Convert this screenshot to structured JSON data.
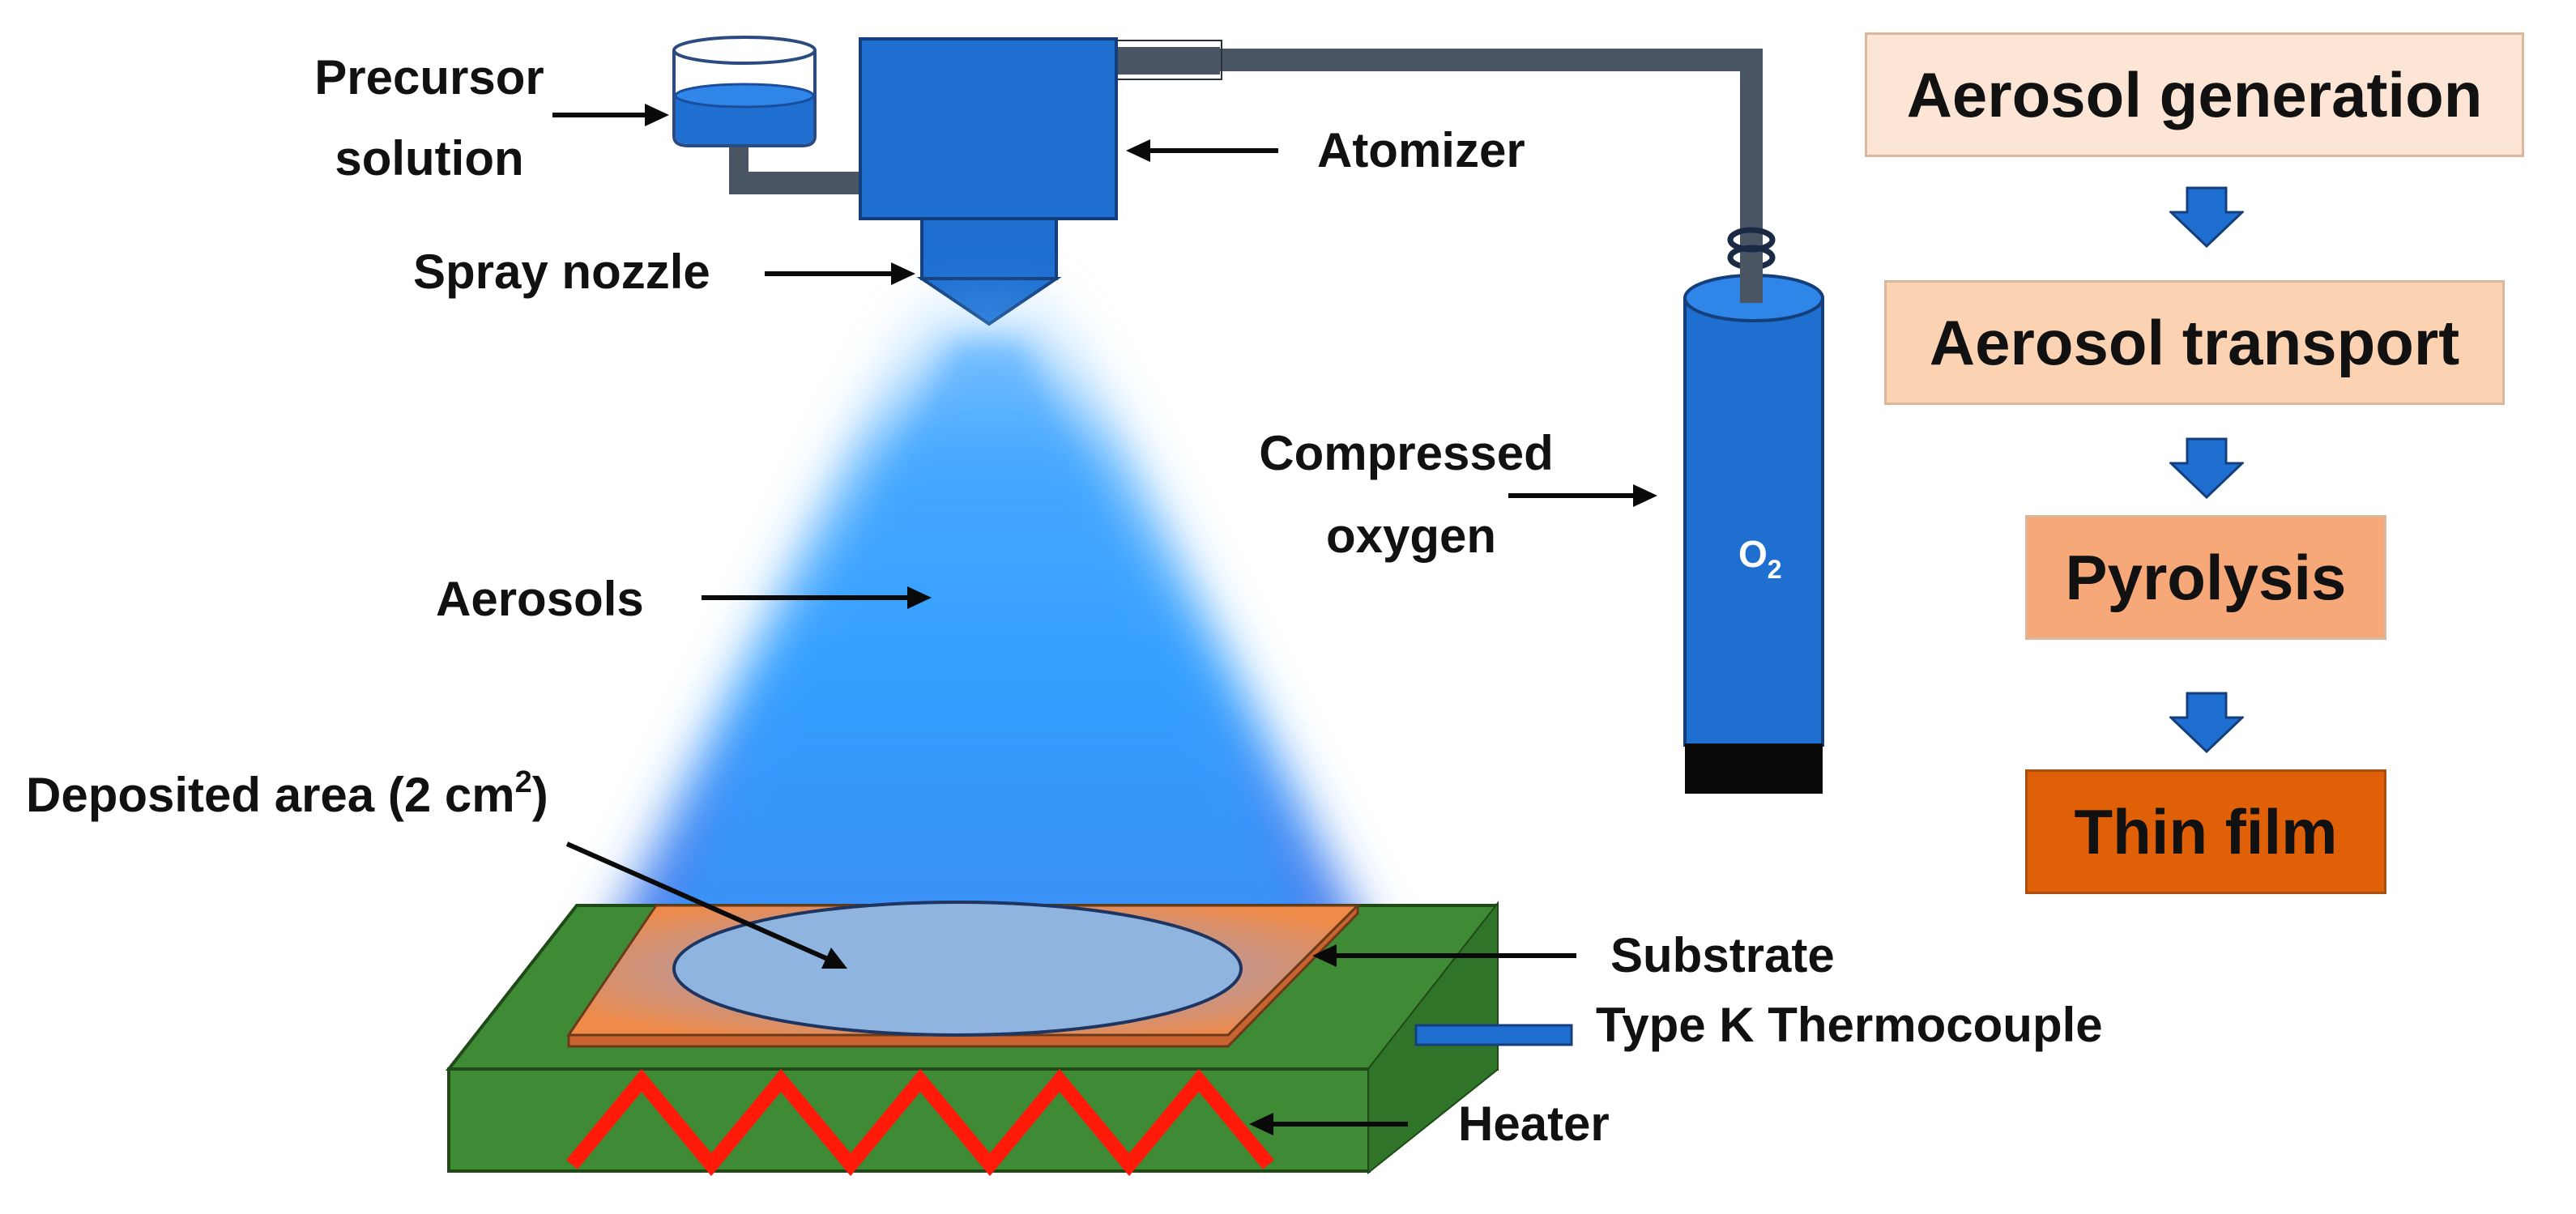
{
  "labels": {
    "precursor_line1": "Precursor",
    "precursor_line2": "solution",
    "atomizer": "Atomizer",
    "spray_nozzle": "Spray nozzle",
    "aerosols": "Aerosols",
    "compressed_line1": "Compressed",
    "compressed_line2": "oxygen",
    "o2_base": "O",
    "o2_sub": "2",
    "deposited_area": "Deposited area (2 cm",
    "deposited_sup": "2",
    "deposited_close": ")",
    "substrate": "Substrate",
    "thermocouple": "Type K Thermocouple",
    "heater": "Heater"
  },
  "process_flow": {
    "steps": [
      "Aerosol generation",
      "Aerosol transport",
      "Pyrolysis",
      "Thin film"
    ],
    "colors": [
      "#fde5d6",
      "#fbd2b2",
      "#f7a878",
      "#e06008"
    ]
  },
  "colors": {
    "equipment_blue": "#1e6fd0",
    "pipe_gray": "#4a5563",
    "heater_green": "#3f8a35",
    "heater_coil_red": "#ff1a0a",
    "substrate_orange": "#f08a48",
    "deposit_blue": "#8fb4e0",
    "spray_blue": "#3aa8ff"
  }
}
